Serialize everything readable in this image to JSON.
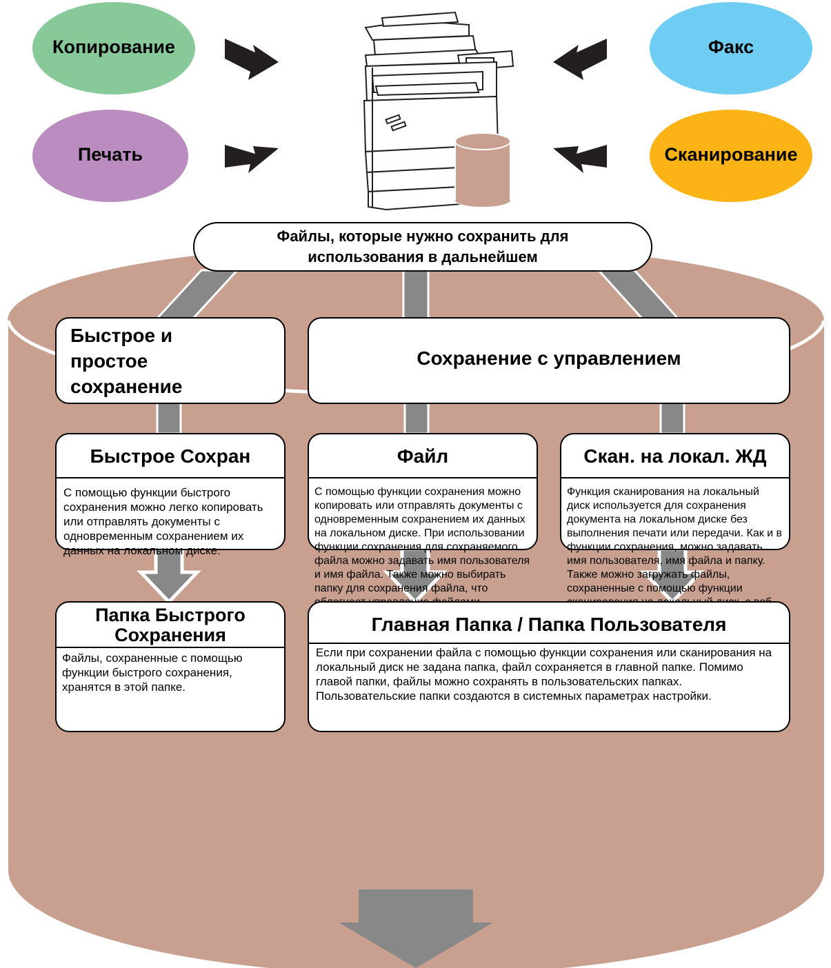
{
  "colors": {
    "copy": "#88c99a",
    "fax": "#6fcdf3",
    "print": "#bb8cc0",
    "scan": "#fbb316",
    "cylinder": "#c9a08f",
    "connector": "#888888",
    "db": "#c9a08f"
  },
  "sources": {
    "copy": "Копирование",
    "fax": "Факс",
    "print": "Печать",
    "scan": "Сканирование"
  },
  "header": {
    "line1": "Файлы, которые нужно сохранить для",
    "line2": "использования в дальнейшем"
  },
  "categories": {
    "quick": {
      "line1": "Быстрое и",
      "line2": "простое",
      "line3": "сохранение"
    },
    "managed": "Сохранение с управлением"
  },
  "modes": {
    "quick_file": {
      "title": "Быстрое Сохран",
      "text": "С помощью функции быстрого сохранения можно легко копировать или отправлять документы с одновременным сохранением их данных на локальном диске."
    },
    "file": {
      "title": "Файл",
      "text": "С помощью функции сохранения можно копировать или отправлять документы с одновременным сохранением их данных на локальном диске. При использовании функции сохранения для сохраняемого файла можно задавать имя пользователя и имя файла. Также можно выбирать папку для сохранения файла, что облегчает управление файлами."
    },
    "scan_local": {
      "title": "Скан. на локал. ЖД",
      "text": "Функция сканирования на локальный диск используется для сохранения документа на локальном диске без выполнения печати или передачи. Как и в функции сохранения, можно задавать имя пользователя, имя файла и папку.",
      "text2": "Также можно загружать файлы, сохраненные с помощью функции сканирования на локальный диск, с веб-страницы."
    }
  },
  "folders": {
    "quick_folder": {
      "title_line1": "Папка Быстрого",
      "title_line2": "Сохранения",
      "text": "Файлы, сохраненные с помощью функции быстрого сохранения, хранятся в этой папке."
    },
    "main_folder": {
      "title": "Главная Папка / Папка Пользователя",
      "text": "Если при сохранении файла с помощью функции сохранения или сканирования на локальный диск не задана папка, файл сохраняется в главной папке. Помимо главой папки, файлы можно сохранять в пользовательских папках. Пользовательские папки создаются в системных параметрах настройки."
    }
  }
}
